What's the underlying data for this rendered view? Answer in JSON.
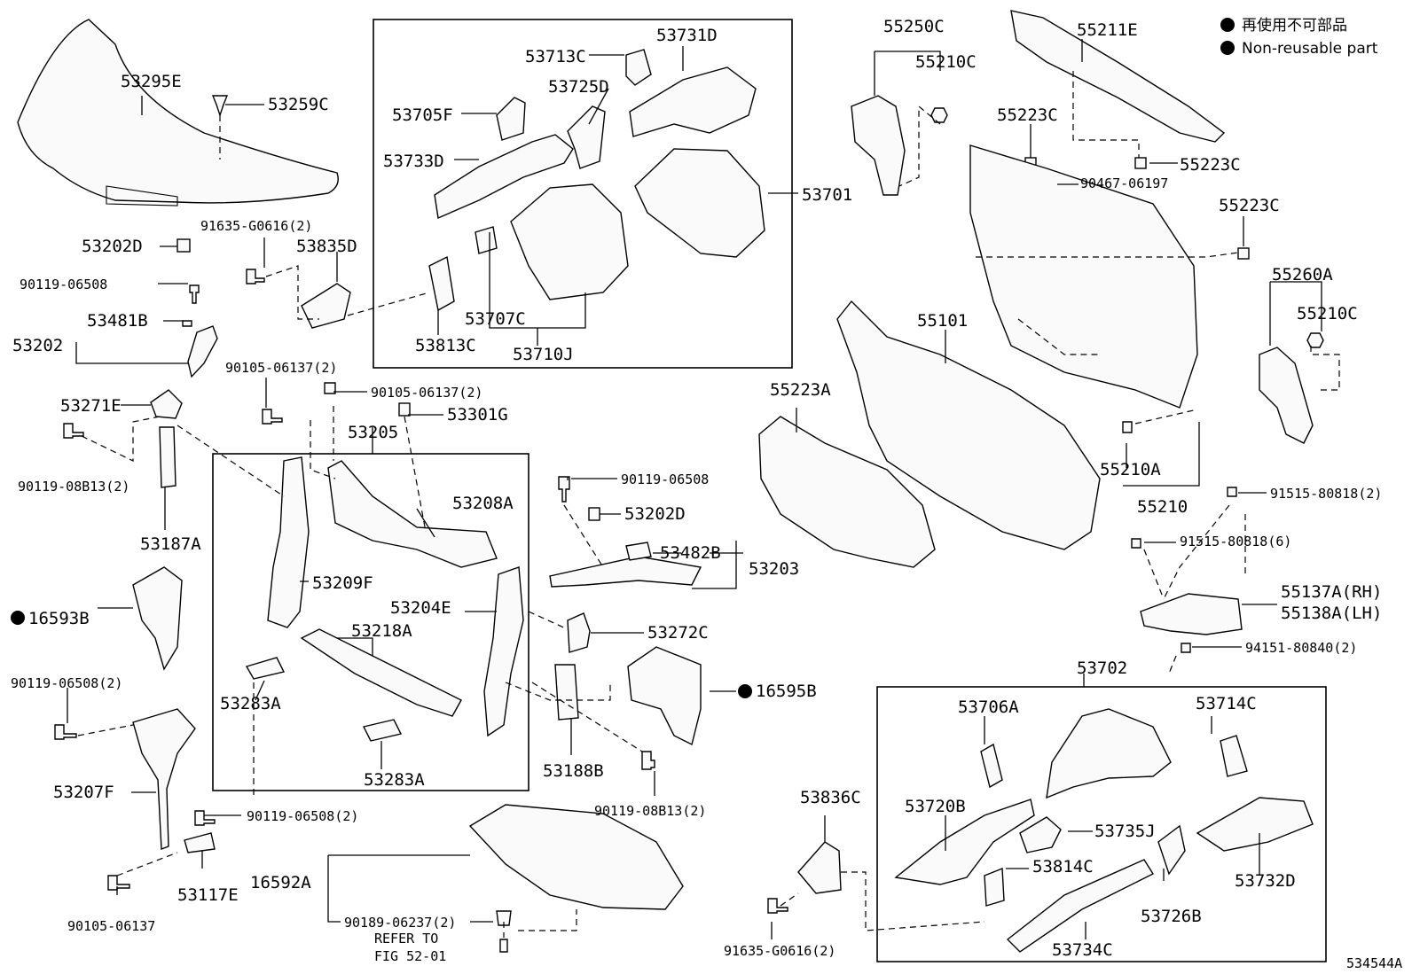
{
  "legend": {
    "jp": "再使用不可部品",
    "en": "Non-reusable part"
  },
  "figure_id": "534544A",
  "refer_note": [
    "REFER TO",
    "FIG 52-01"
  ],
  "labels": {
    "p53295E": "53295E",
    "p53259C": "53259C",
    "p53202D_a": "53202D",
    "p90119_06508_a": "90119-06508",
    "p53202": "53202",
    "p53481B": "53481B",
    "p91635_G0616_a": "91635-G0616(2)",
    "p53835D": "53835D",
    "p90105_06137_2a": "90105-06137(2)",
    "p90105_06137_2b": "90105-06137(2)",
    "p53301G": "53301G",
    "p53205": "53205",
    "p53271E": "53271E",
    "p90119_08B13_a": "90119-08B13(2)",
    "p53187A": "53187A",
    "p16593B": "16593B",
    "p90119_06508_2a": "90119-06508(2)",
    "p53207F": "53207F",
    "p90105_06137": "90105-06137",
    "p53117E": "53117E",
    "p90119_06508_2b": "90119-06508(2)",
    "p16592A": "16592A",
    "p90189_06237": "90189-06237(2)",
    "p53208A": "53208A",
    "p53209F": "53209F",
    "p53204E": "53204E",
    "p53218A": "53218A",
    "p53283A_a": "53283A",
    "p53283A_b": "53283A",
    "p90119_06508_b": "90119-06508",
    "p53202D_b": "53202D",
    "p53482B": "53482B",
    "p53203": "53203",
    "p53272C": "53272C",
    "p16595B": "16595B",
    "p53188B": "53188B",
    "p90119_08B13_b": "90119-08B13(2)",
    "p53713C": "53713C",
    "p53731D": "53731D",
    "p53725D": "53725D",
    "p53705F": "53705F",
    "p53733D": "53733D",
    "p53701": "53701",
    "p53707C": "53707C",
    "p53813C": "53813C",
    "p53710J": "53710J",
    "p55250C": "55250C",
    "p55210C_a": "55210C",
    "p55211E": "55211E",
    "p55223C_a": "55223C",
    "p55223C_b": "55223C",
    "p90467_06197": "90467-06197",
    "p55223C_c": "55223C",
    "p55260A": "55260A",
    "p55210C_b": "55210C",
    "p55101": "55101",
    "p55223A": "55223A",
    "p55210A": "55210A",
    "p55210": "55210",
    "p91515_80818_2": "91515-80818(2)",
    "p91515_80818_6": "91515-80818(6)",
    "p55137A": "55137A(RH)",
    "p55138A": "55138A(LH)",
    "p94151_80840": "94151-80840(2)",
    "p53702": "53702",
    "p53706A": "53706A",
    "p53714C": "53714C",
    "p53720B": "53720B",
    "p53735J": "53735J",
    "p53814C": "53814C",
    "p53732D": "53732D",
    "p53726B": "53726B",
    "p53734C": "53734C",
    "p53836C": "53836C",
    "p91635_G0616_b": "91635-G0616(2)"
  },
  "non_reusable_marked": [
    "16593B",
    "16595B"
  ]
}
